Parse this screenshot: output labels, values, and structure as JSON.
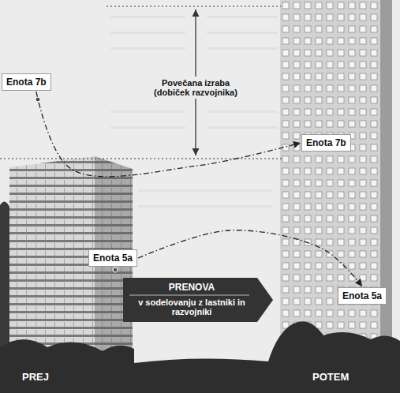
{
  "diagram": {
    "nodes": [
      {
        "text": [
          "Enota 7b"
        ]
      },
      {
        "text": [
          "Enota 7b"
        ]
      },
      {
        "text": [
          "Enota 5a"
        ]
      },
      {
        "text": [
          "PRENOVA",
          "v sodelovanju z lastniki in razvojniki"
        ]
      },
      {
        "text": [
          "Enota 5a"
        ]
      }
    ],
    "edges": [
      {
        "from": 0,
        "to": 1,
        "arrow": "to"
      },
      {
        "from": 2,
        "to": 4,
        "arrow": "to"
      }
    ],
    "labels": [
      "Povečana izraba (dobiček razvojnika)",
      "PREJ",
      "POTEM"
    ]
  }
}
